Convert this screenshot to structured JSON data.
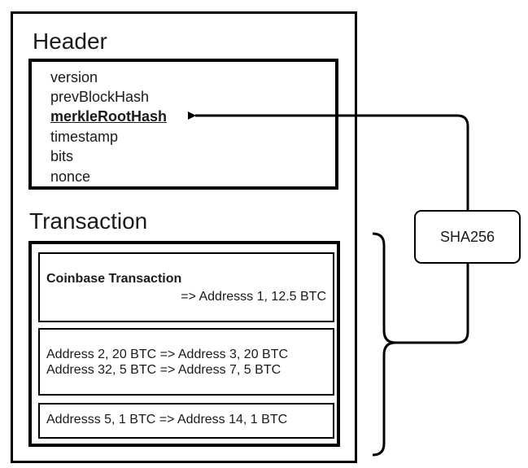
{
  "header": {
    "title": "Header",
    "fields": [
      "version",
      "prevBlockHash",
      "merkleRootHash",
      "timestamp",
      "bits",
      "nonce"
    ]
  },
  "transactions": {
    "title": "Transaction",
    "coinbase": {
      "title": "Coinbase Transaction",
      "detail": "=> Addresss 1, 12.5 BTC"
    },
    "tx2": [
      "Address 2, 20 BTC => Address 3, 20 BTC",
      "Address 32, 5 BTC => Address 7, 5 BTC"
    ],
    "tx3": "Addresss 5, 1 BTC => Address 14, 1 BTC"
  },
  "hash_label": "SHA256"
}
